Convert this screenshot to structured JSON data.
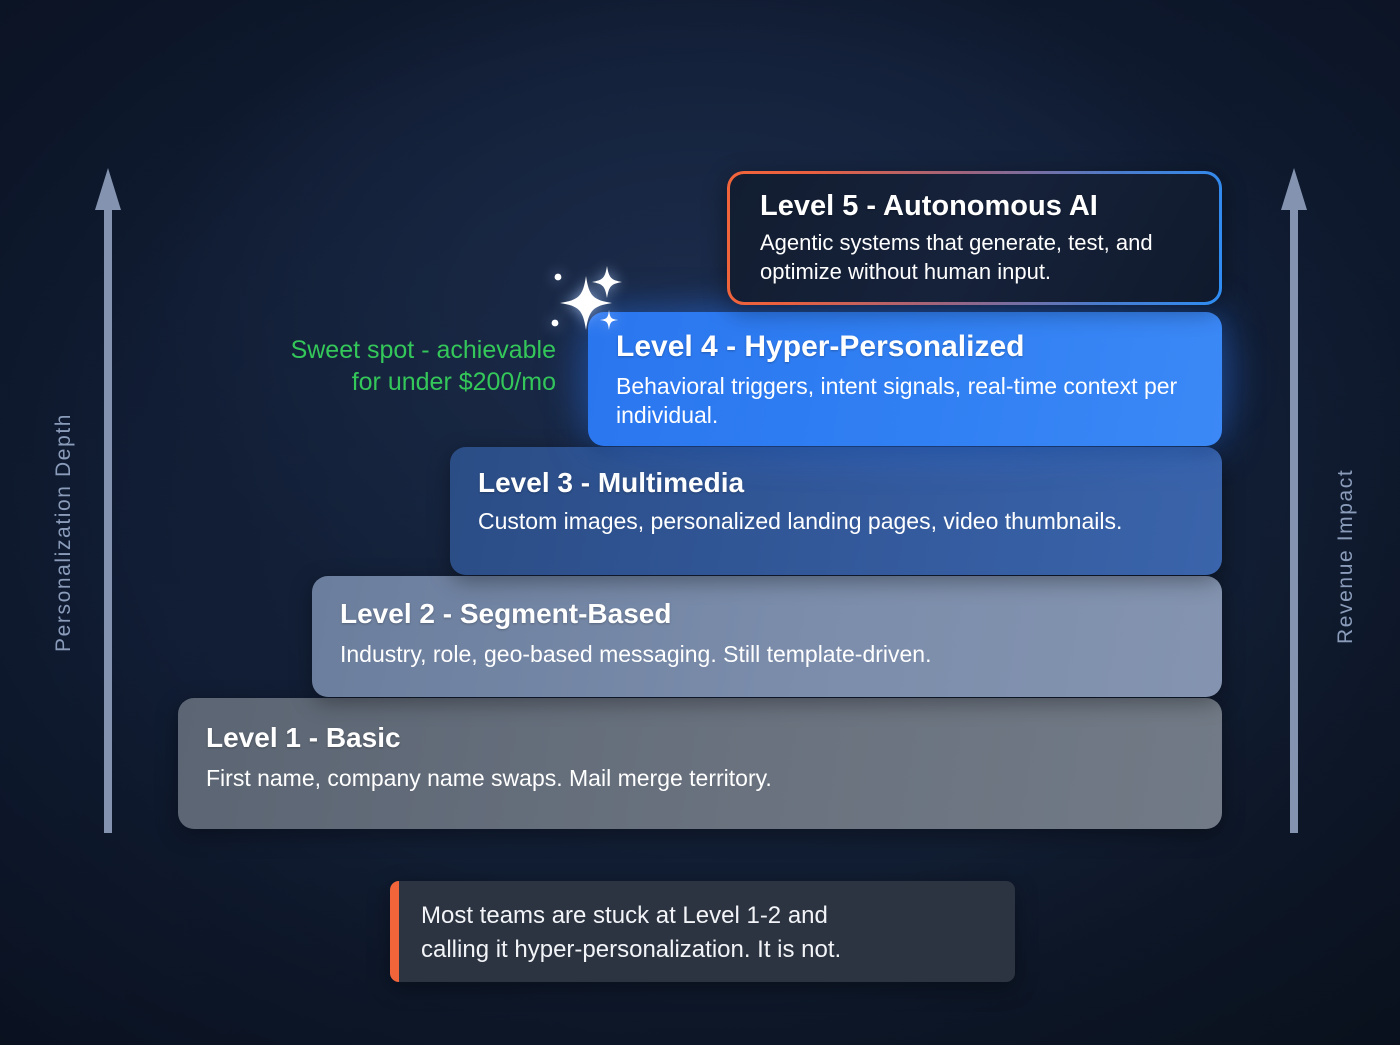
{
  "background": {
    "base_color": "#101c33",
    "glow_color": "#1b2b4a"
  },
  "axes": {
    "left": {
      "label": "Personalization Depth",
      "color": "#8a9cba",
      "direction": "up",
      "icon": "up-arrow-icon"
    },
    "right": {
      "label": "Revenue Impact",
      "color": "#8a9cba",
      "direction": "up",
      "icon": "up-arrow-icon"
    }
  },
  "annotation": {
    "text": "Sweet spot - achievable for under $200/mo",
    "line1": "Sweet spot - achievable",
    "line2": "for under $200/mo",
    "color": "#34c759",
    "target_level": "Level 4 - Hyper-Personalized"
  },
  "sparkles": {
    "icon": "sparkle-icon",
    "count": 5,
    "color": "#ffffff"
  },
  "levels": [
    {
      "id": "level-5",
      "title": "Level 5 - Autonomous AI",
      "description": "Agentic systems that generate, test, and optimize without human input.",
      "style": "outlined",
      "border_gradient_from": "#f2653b",
      "border_gradient_to": "#2e8df4",
      "fill": "#131e33"
    },
    {
      "id": "level-4",
      "title": "Level 4 - Hyper-Personalized",
      "description": "Behavioral triggers, intent signals, real-time context per individual.",
      "style": "highlighted",
      "fill": "#3180f3",
      "glow": "#347cf5",
      "highlighted": "true"
    },
    {
      "id": "level-3",
      "title": "Level 3 - Multimedia",
      "description": "Custom images, personalized landing pages, video thumbnails.",
      "style": "solid",
      "fill": "#33599b"
    },
    {
      "id": "level-2",
      "title": "Level 2 - Segment-Based",
      "description": "Industry, role, geo-based messaging. Still template-driven.",
      "style": "solid",
      "fill": "#7b8dab"
    },
    {
      "id": "level-1",
      "title": "Level 1 - Basic",
      "description": "First name, company name swaps. Mail merge territory.",
      "style": "solid",
      "fill": "#6a727f"
    }
  ],
  "callout": {
    "line1": "Most teams are stuck at Level 1-2 and",
    "line2": "calling it hyper-personalization. It is not.",
    "accent_color": "#f2653b",
    "background": "#2c3441"
  }
}
